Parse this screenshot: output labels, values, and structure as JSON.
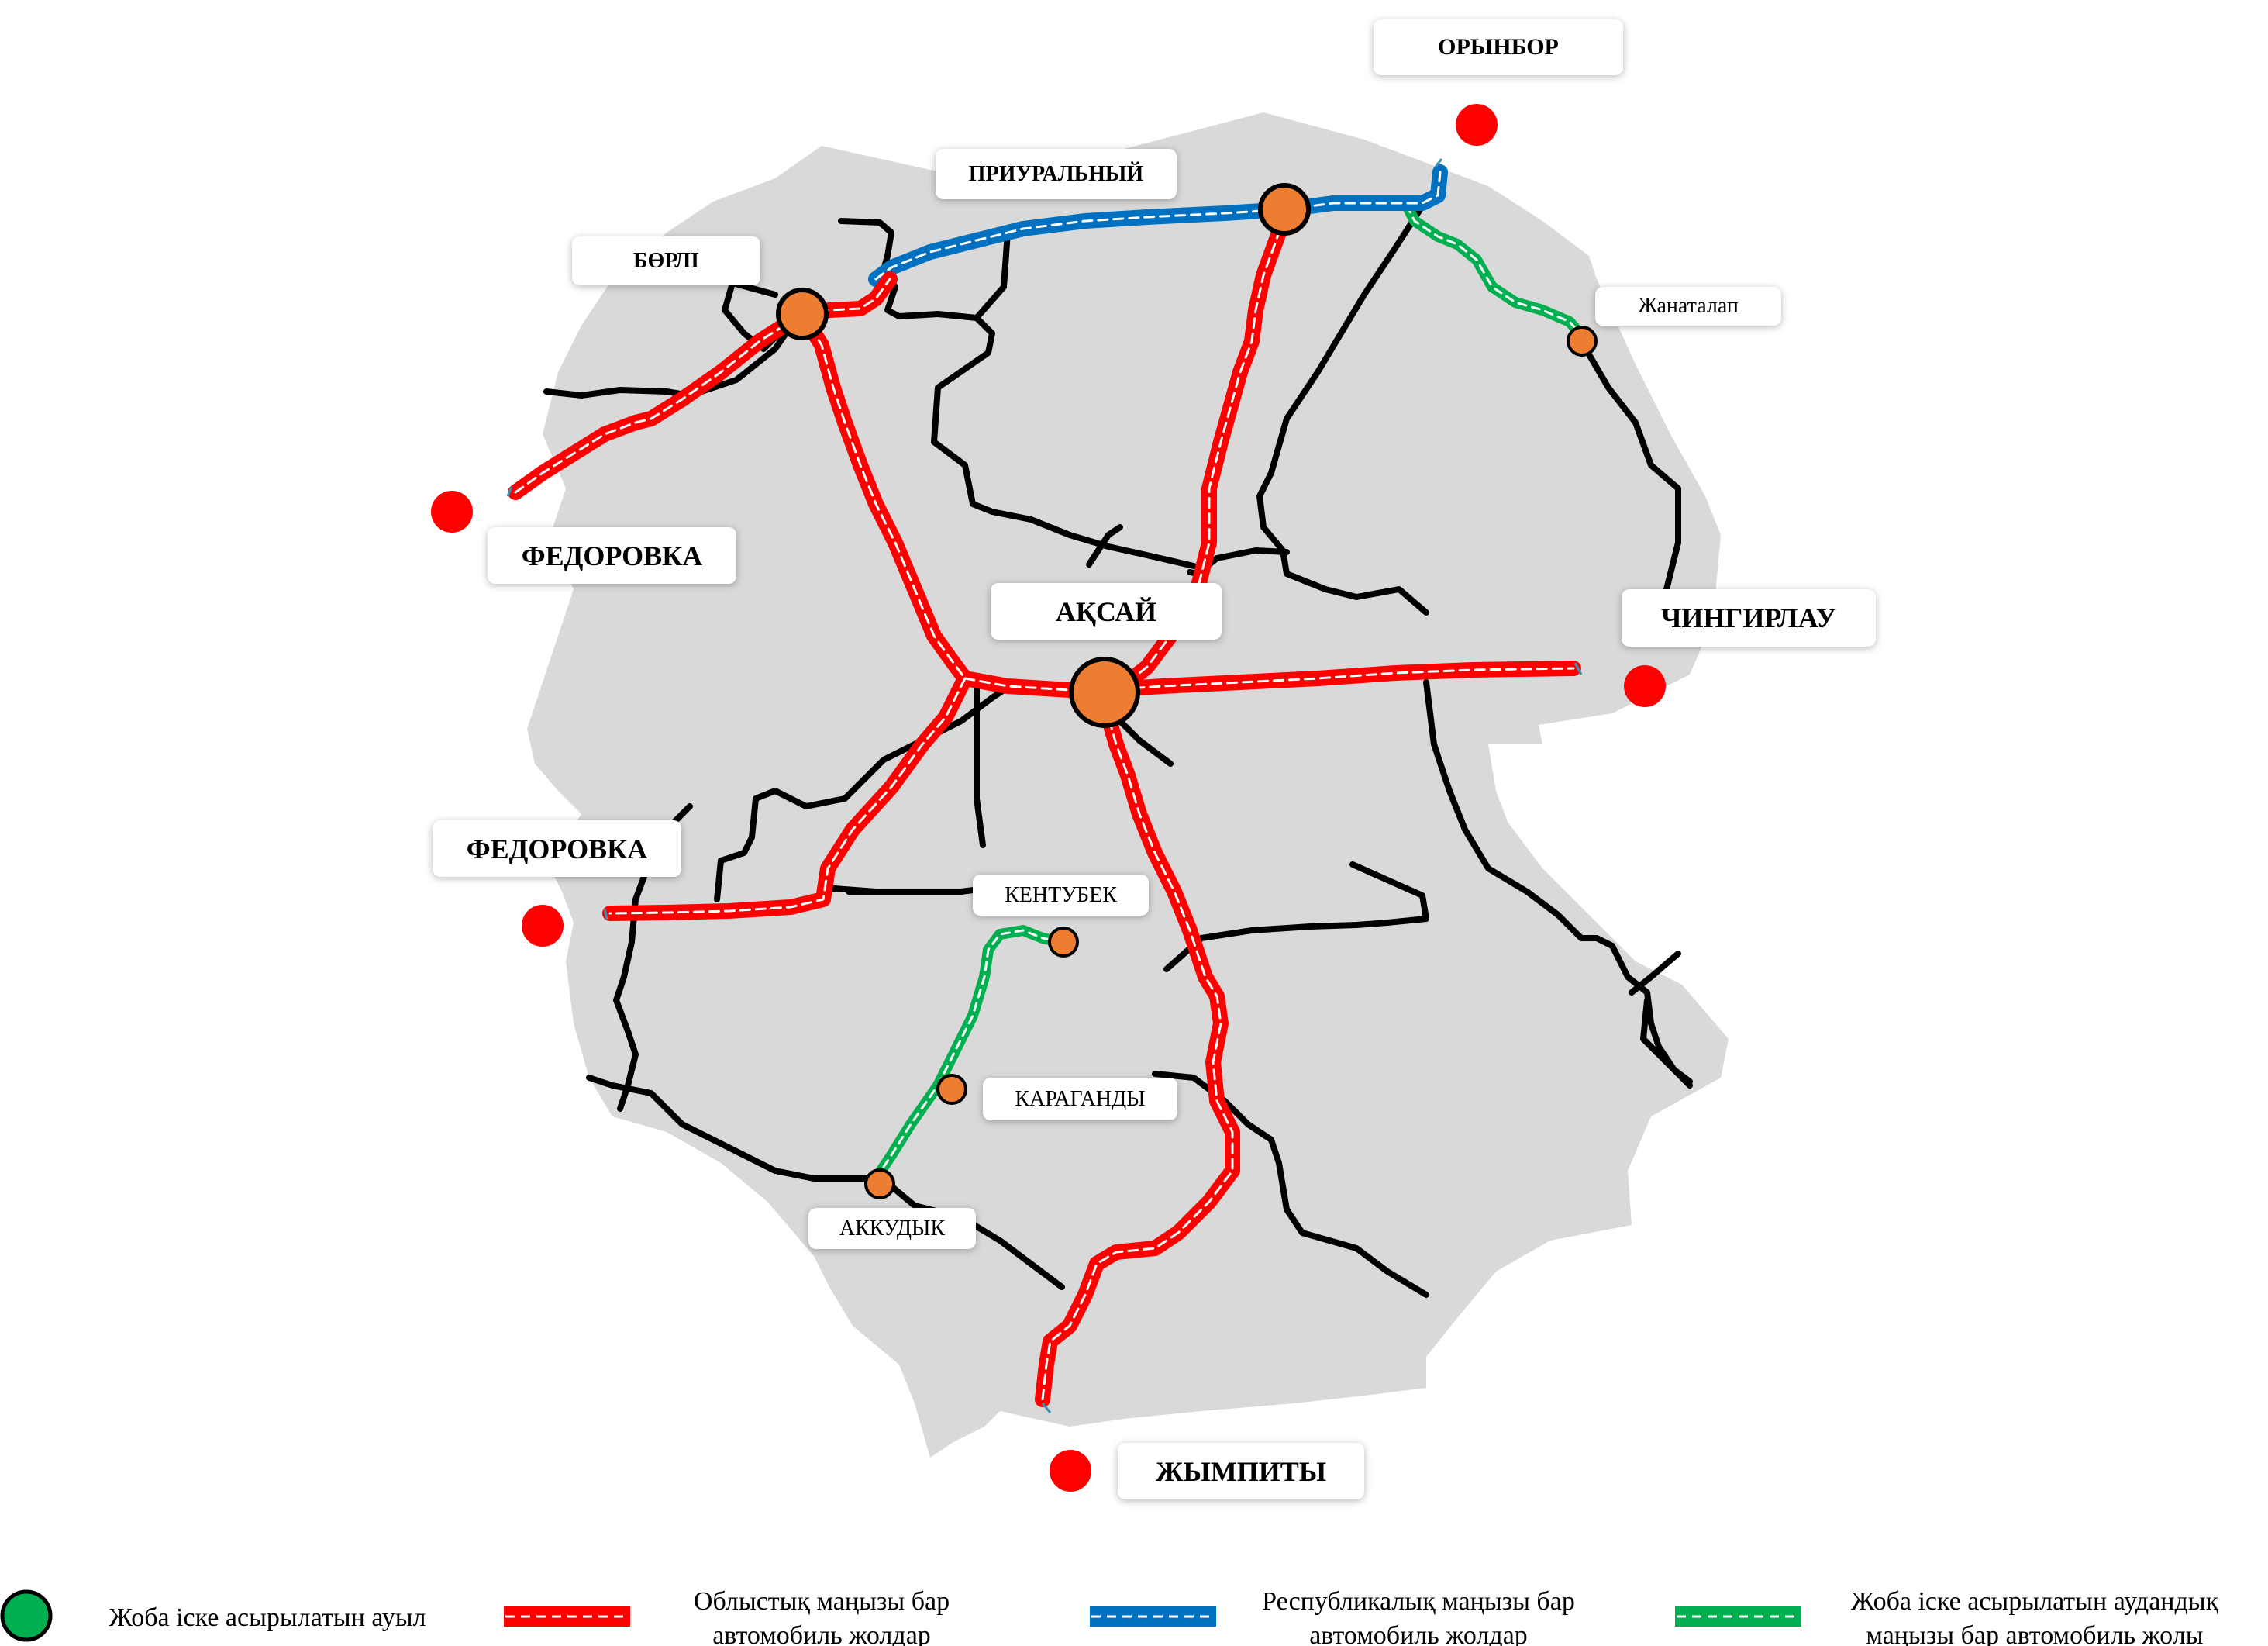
{
  "colors": {
    "region_fill": "#d9d9d9",
    "regional_road": "#ff0000",
    "republican_road": "#0070c0",
    "district_road": "#00b050",
    "local_road": "#000000",
    "settlement": "#ed7d31",
    "border_point": "#ff0000",
    "project_village": "#00b050"
  },
  "labels": {
    "orynbor": "ОРЫНБОР",
    "priuralny": "ПРИУРАЛЬНЫЙ",
    "borli": "БӨРЛІ",
    "zhanatalap": "Жанаталап",
    "fedorovka_north": "ФЕДОРОВКА",
    "aksai": "АҚСАЙ",
    "chingirlau": "ЧИНГИРЛАУ",
    "fedorovka_south": "ФЕДОРОВКА",
    "kentubek": "КЕНТУБЕК",
    "karagandy": "КАРАГАНДЫ",
    "akkudyk": "АККУДЫК",
    "zhympity": "ЖЫМПИТЫ"
  },
  "legend": {
    "project_village": "Жоба іске асырылатын ауыл",
    "regional_roads": [
      "Облыстық маңызы бар",
      "автомобиль жолдар"
    ],
    "republican_roads": [
      "Республикалық маңызы бар",
      "автомобиль жолдар"
    ],
    "district_roads": [
      "Жоба іске асырылатын аудандық",
      "маңызы бар автомобиль жолы"
    ]
  }
}
